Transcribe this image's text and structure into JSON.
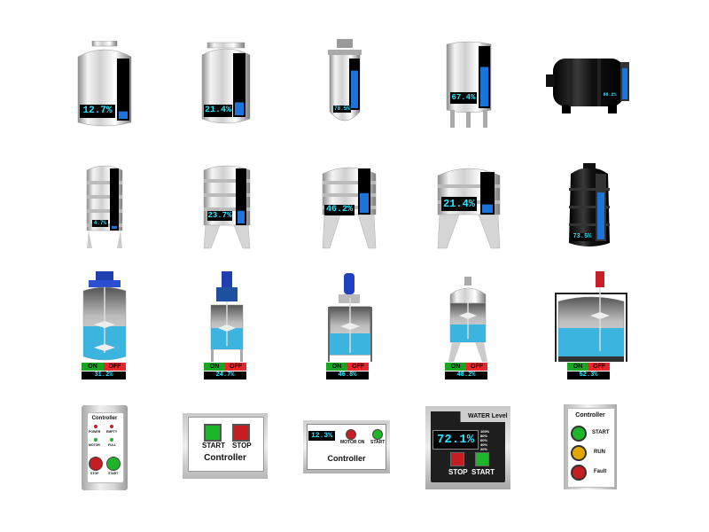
{
  "row1": [
    {
      "name": "tank-1",
      "level_pct": "12.7%",
      "fill": 0.127
    },
    {
      "name": "tank-2",
      "level_pct": "21.4%",
      "fill": 0.214
    },
    {
      "name": "tank-3",
      "level_pct": "78.5%",
      "fill": 0.785
    },
    {
      "name": "tank-4",
      "level_pct": "67.4%",
      "fill": 0.674
    },
    {
      "name": "tank-5",
      "level_pct": "88.2%",
      "fill": 0.882
    }
  ],
  "row2": [
    {
      "name": "tank-6",
      "level_pct": "4.7%",
      "fill": 0.047
    },
    {
      "name": "tank-7",
      "level_pct": "23.7%",
      "fill": 0.237
    },
    {
      "name": "tank-8",
      "level_pct": "46.2%",
      "fill": 0.462
    },
    {
      "name": "tank-9",
      "level_pct": "21.4%",
      "fill": 0.214
    },
    {
      "name": "tank-10",
      "level_pct": "73.5%",
      "fill": 0.735
    }
  ],
  "row3": [
    {
      "name": "mixer-1",
      "on": "ON",
      "off": "OFF",
      "level_pct": "31.2%",
      "fill": 0.312
    },
    {
      "name": "mixer-2",
      "on": "ON",
      "off": "OFF",
      "level_pct": "24.7%",
      "fill": 0.247
    },
    {
      "name": "mixer-3",
      "on": "ON",
      "off": "OFF",
      "level_pct": "46.8%",
      "fill": 0.468
    },
    {
      "name": "mixer-4",
      "on": "ON",
      "off": "OFF",
      "level_pct": "48.2%",
      "fill": 0.482
    },
    {
      "name": "mixer-5",
      "on": "ON",
      "off": "OFF",
      "level_pct": "52.3%",
      "fill": 0.523
    }
  ],
  "controllers": {
    "c1": {
      "title": "Controller",
      "power": "POWER",
      "empty": "EMPTY",
      "motor": "MOTOR",
      "full": "FULL",
      "stop": "STOP",
      "start": "START"
    },
    "c2": {
      "start": "START",
      "stop": "STOP",
      "title": "Controller"
    },
    "c3": {
      "value": "12.3%",
      "motor_on": "MOTOR ON",
      "start": "START",
      "title": "Controller"
    },
    "c4": {
      "title": "WATER Level",
      "value": "72.1%",
      "stop": "STOP",
      "start": "START",
      "scale": [
        "100%",
        "80%",
        "60%",
        "40%",
        "20%"
      ]
    },
    "c5": {
      "title": "Controller",
      "start": "START",
      "run": "RUN",
      "fault": "Fault"
    }
  },
  "colors": {
    "level_blue": "#1e73d8",
    "level_text": "#28e6ff",
    "water": "#3cb4e0",
    "on_green": "#19a520",
    "off_red": "#e8262c",
    "lamp_green": "#1fb52a",
    "lamp_red": "#c41e22",
    "lamp_amber": "#e0a800"
  }
}
